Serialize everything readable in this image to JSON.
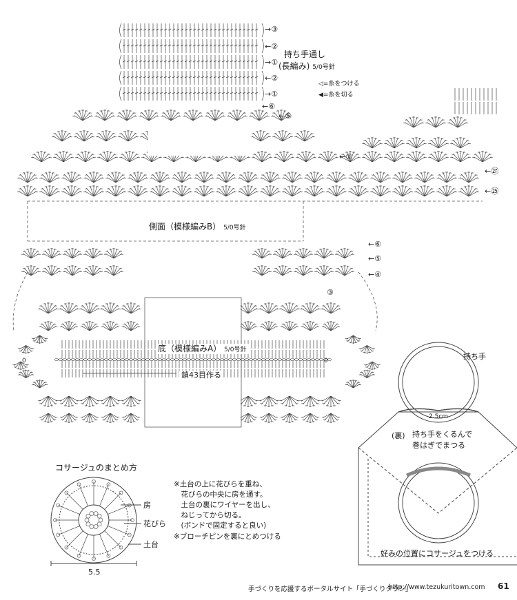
{
  "upper": {
    "handle_title_1": "持ち手通し",
    "handle_title_2": "(長編み)",
    "handle_needle": "5/0号針",
    "legend_attach": "=糸をつける",
    "legend_cut": "=糸を切る",
    "row_marks_handle": [
      "③",
      "②",
      "①",
      "②",
      "①"
    ],
    "row_marks_side": [
      "⑥",
      "⑤",
      "①",
      "㉗",
      "㉕"
    ],
    "side_title": "側面（模様編みB）",
    "side_needle": "5/0号針",
    "row_marks_lower": [
      "⑥",
      "⑤",
      "④"
    ],
    "bottom_mark": "③",
    "bottom_title": "底（模様編みA）",
    "bottom_needle": "5/0号針",
    "chain_start": "鎖43目作る",
    "zero_left": "0",
    "zero_right": "0"
  },
  "corsage": {
    "title": "コサージュのまとめ方",
    "label_bou": "房",
    "label_hanabira": "花びら",
    "label_dodai": "土台",
    "dim": "5.5",
    "note_lines": [
      "※土台の上に花びらを重ね、",
      "　花びらの中央に房を通す。",
      "　土台の裏にワイヤーを出し、",
      "　ねじってから切る。",
      "　(ボンドで固定すると良い)"
    ],
    "note_brooch": "※ブローチピンを裏にとめつける"
  },
  "bag": {
    "label_handle": "持ち手",
    "dim": "2.5cm",
    "label_back": "(裏)",
    "wrap_1": "持ち手をくるんで",
    "wrap_2": "巻はぎでまつる",
    "bottom_text": "好みの位置にコサージュをつける"
  },
  "footer": {
    "text": "手づくりを応援するポータルサイト「手づくりタウン」",
    "url": "http://www.tezukuritown.com",
    "page": "61"
  }
}
